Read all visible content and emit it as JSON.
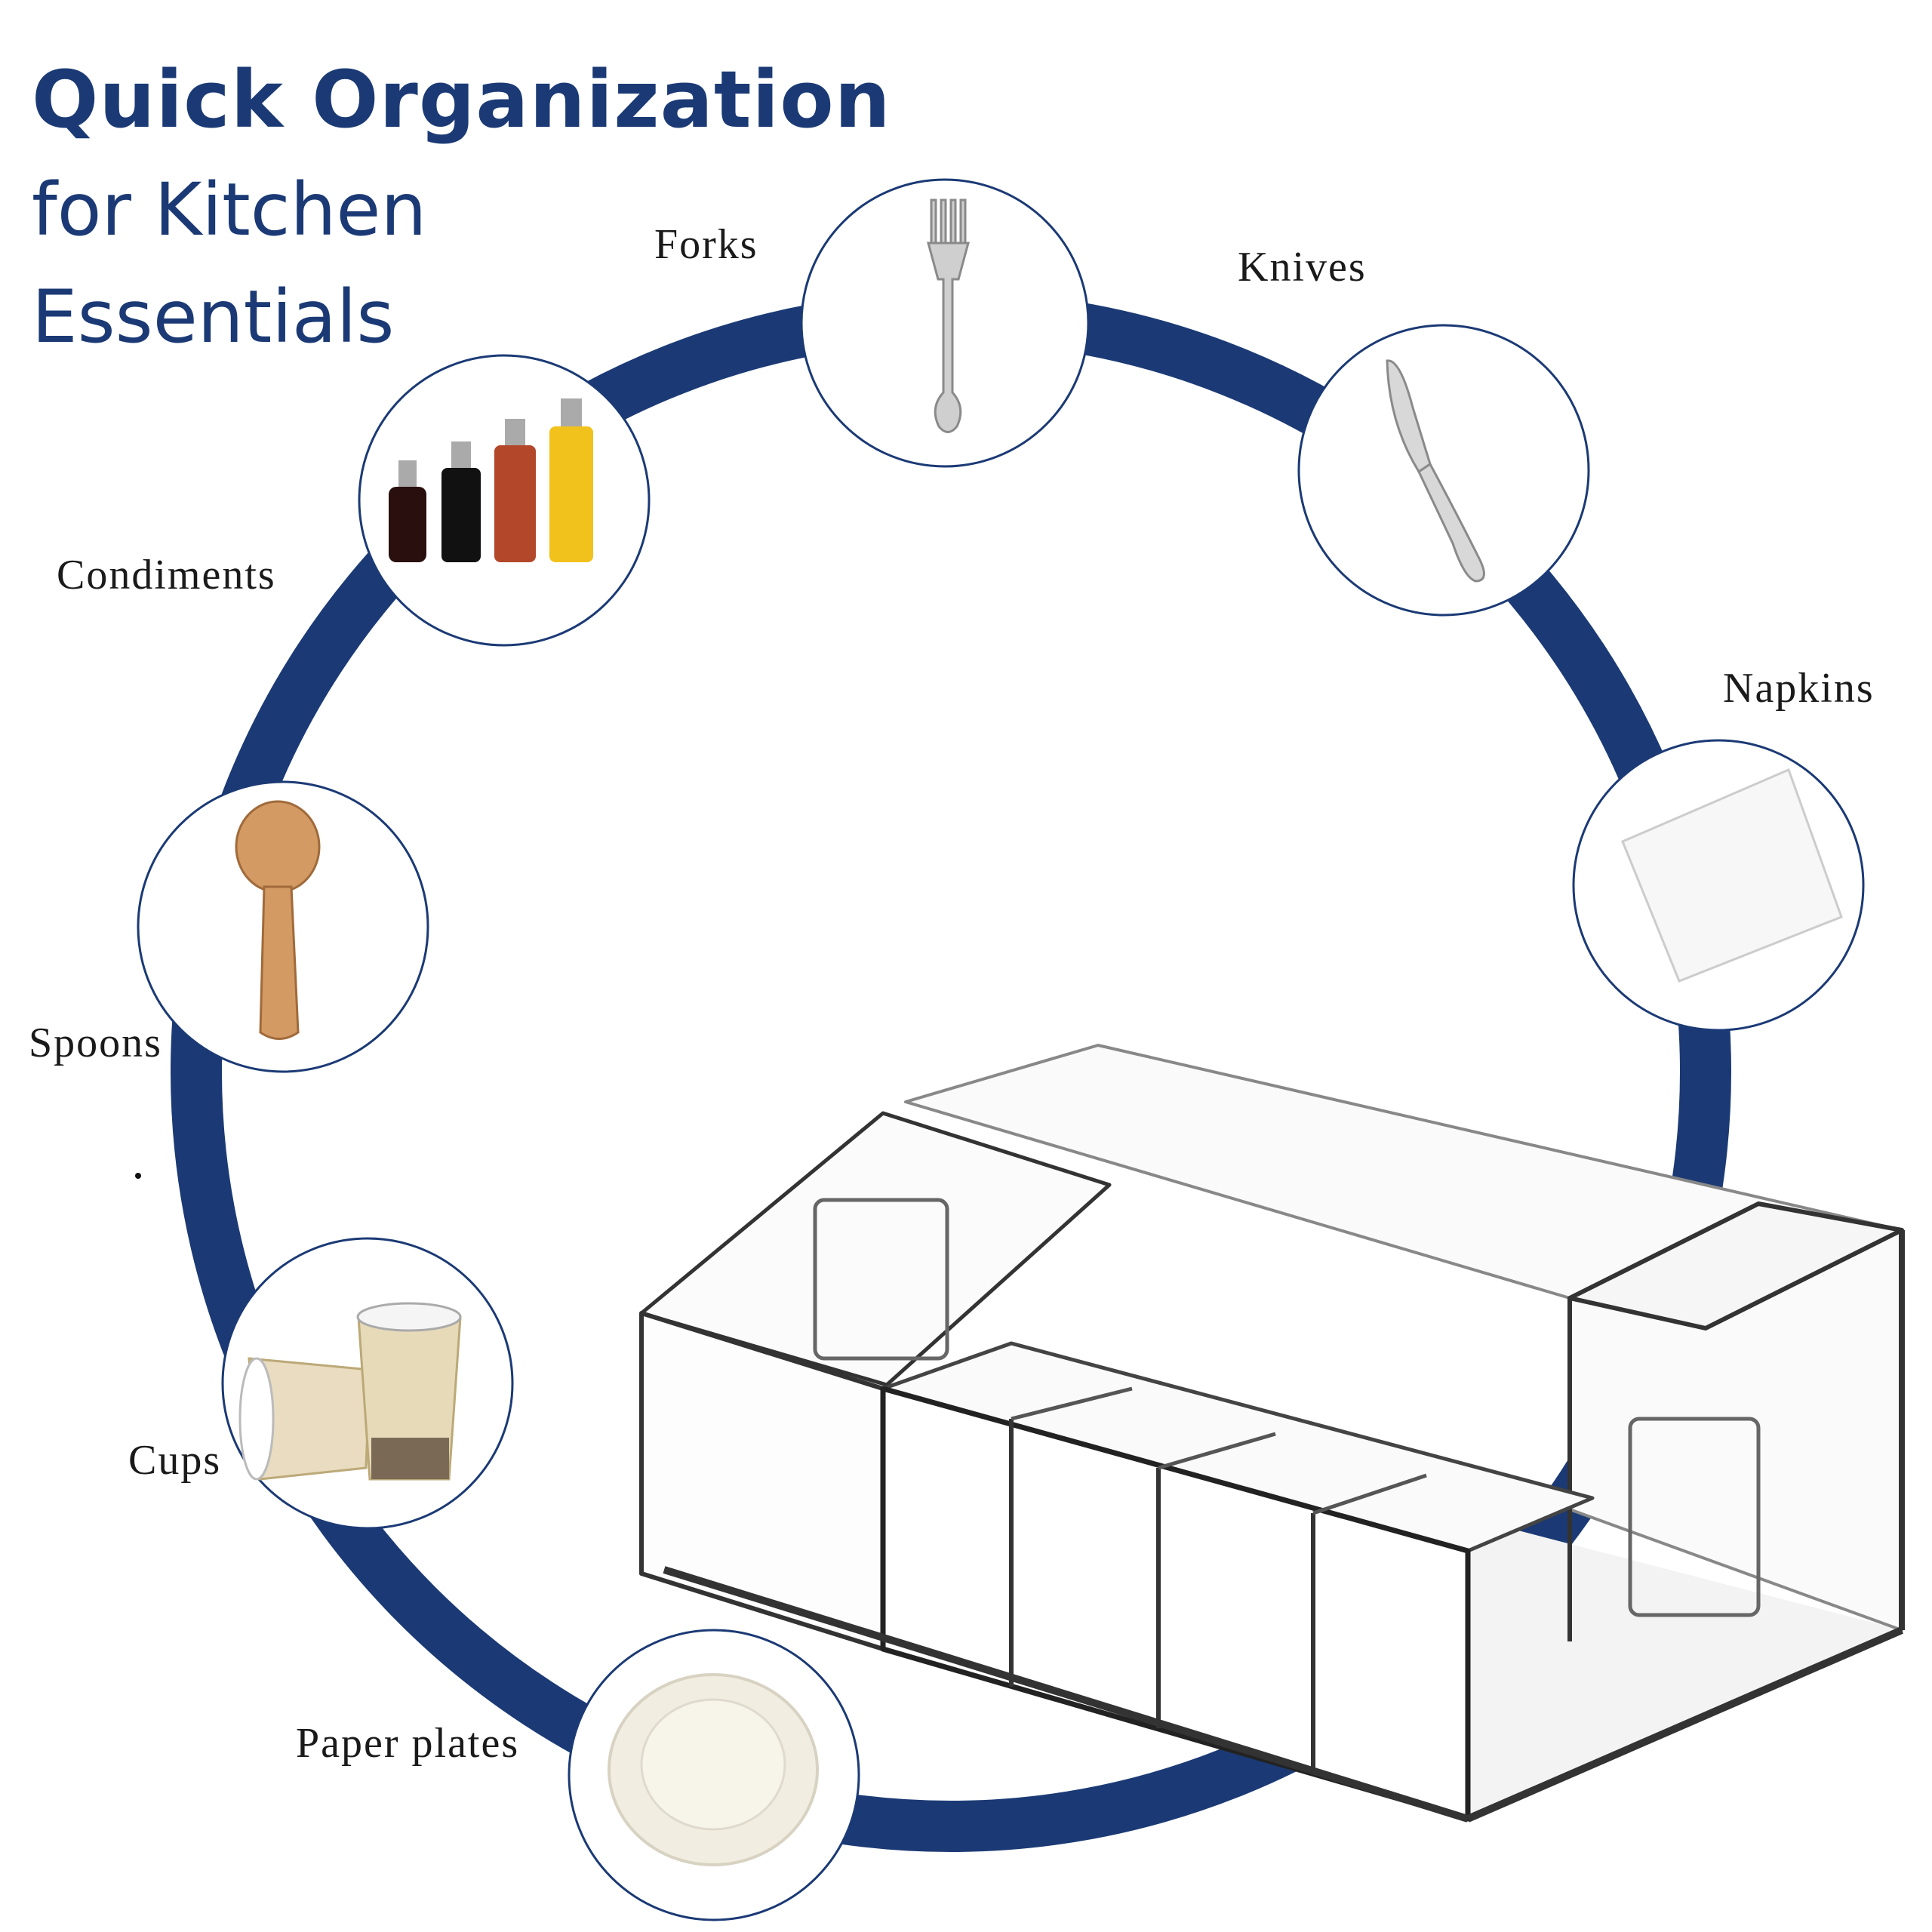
{
  "heading": {
    "line1": "Quick Organization",
    "line2": "for Kitchen",
    "line3": "Essentials"
  },
  "items": [
    {
      "label": "Forks",
      "icon": "fork-icon"
    },
    {
      "label": "Knives",
      "icon": "knife-icon"
    },
    {
      "label": "Napkins",
      "icon": "napkin-icon"
    },
    {
      "label": "Condiments",
      "icon": "condiment-bottles-icon"
    },
    {
      "label": "Spoons",
      "icon": "wooden-spoon-icon"
    },
    {
      "label": "Cups",
      "icon": "paper-cups-icon"
    },
    {
      "label": "Paper plates",
      "icon": "paper-plate-icon"
    }
  ],
  "colors": {
    "ring": "#1b3a75",
    "heading": "#1b3a75",
    "label": "#1a1a1a"
  }
}
